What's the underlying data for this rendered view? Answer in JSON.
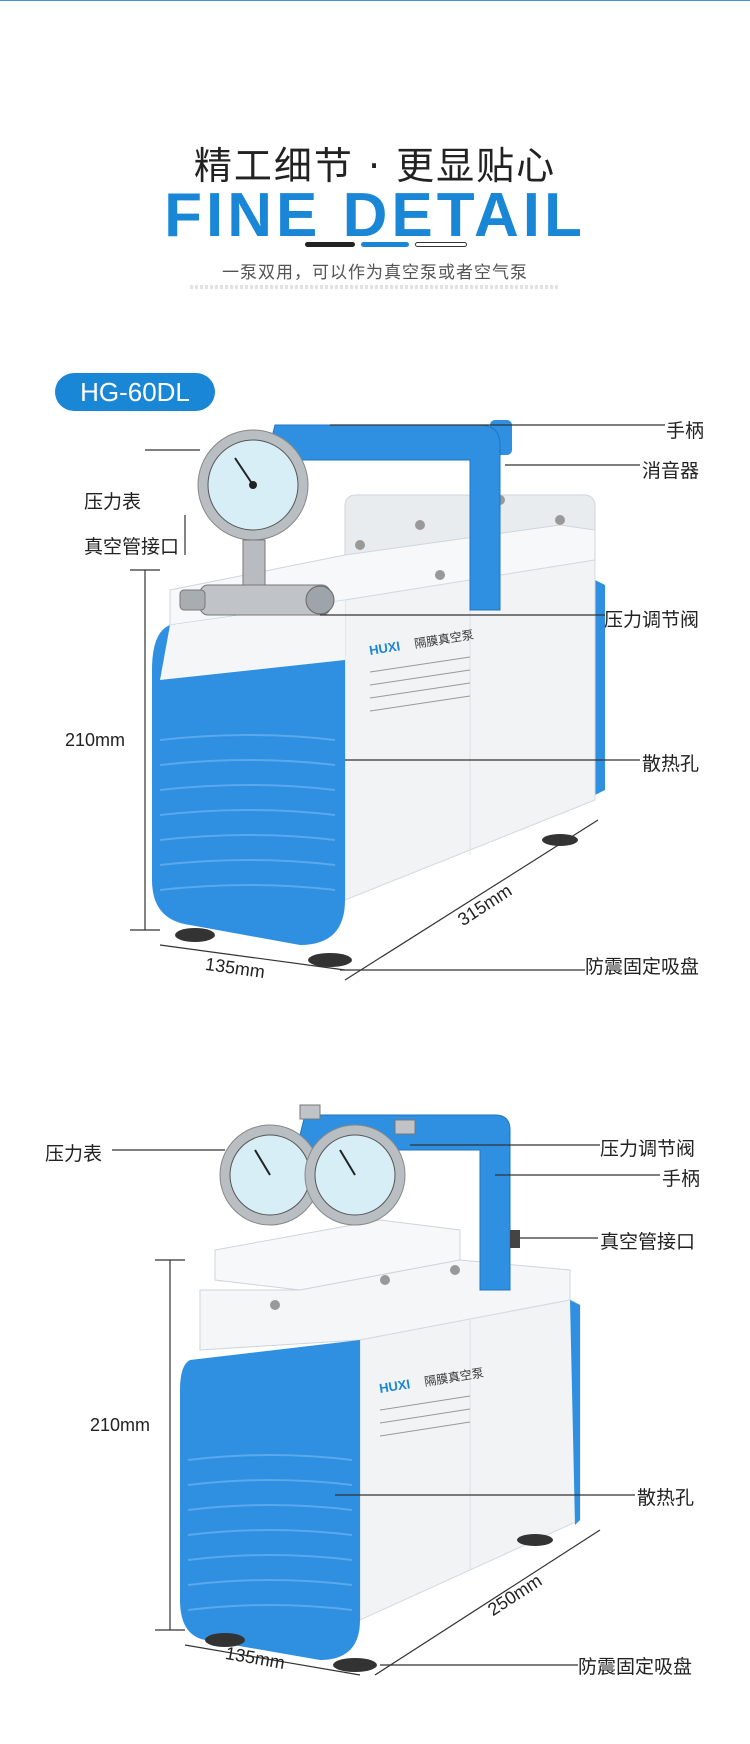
{
  "header": {
    "title_cn": "精工细节 · 更显贴心",
    "title_en": "FINE DETAIL",
    "subtitle": "一泵双用，可以作为真空泵或者空气泵"
  },
  "model_badge": "HG-60DL",
  "colors": {
    "brand_blue": "#1a86d6",
    "pump_blue": "#2f8fe0",
    "pump_white": "#f2f4f6"
  },
  "product1": {
    "callouts": {
      "handle": "手柄",
      "muffler": "消音器",
      "gauge": "压力表",
      "vacuum_port": "真空管接口",
      "pressure_valve": "压力调节阀",
      "vent": "散热孔",
      "feet": "防震固定吸盘"
    },
    "dimensions": {
      "height": "210mm",
      "width": "135mm",
      "length": "315mm"
    },
    "brand": "HUXI",
    "brand_cn": "隔膜真空泵"
  },
  "product2": {
    "callouts": {
      "gauge": "压力表",
      "pressure_valve": "压力调节阀",
      "handle": "手柄",
      "vacuum_port": "真空管接口",
      "vent": "散热孔",
      "feet": "防震固定吸盘"
    },
    "dimensions": {
      "height": "210mm",
      "width": "135mm",
      "length": "250mm"
    },
    "brand": "HUXI",
    "brand_cn": "隔膜真空泵"
  }
}
